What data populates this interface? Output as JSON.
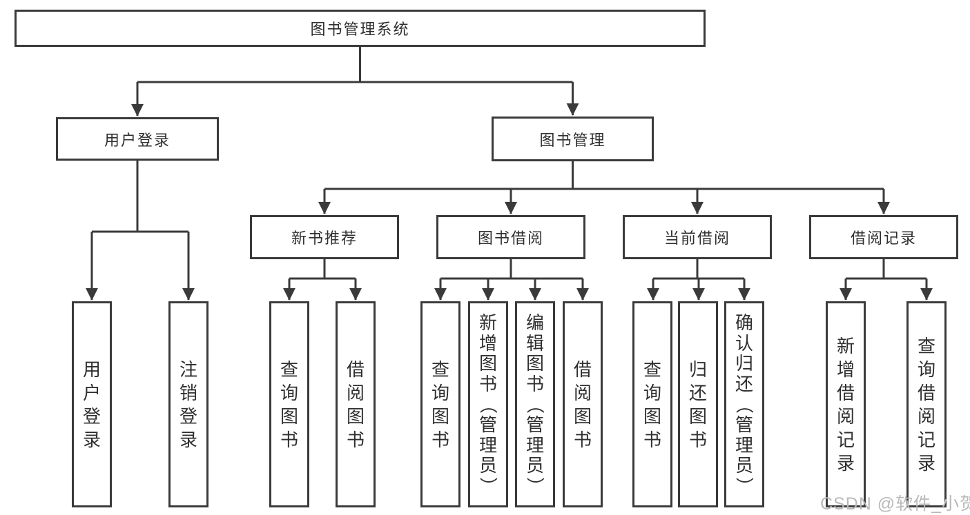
{
  "diagram_title": "图书管理系统",
  "tree": {
    "root": {
      "label": "图书管理系统"
    },
    "level2": [
      {
        "label": "用户登录"
      },
      {
        "label": "图书管理"
      }
    ],
    "level3": [
      {
        "label": "新书推荐"
      },
      {
        "label": "图书借阅"
      },
      {
        "label": "当前借阅"
      },
      {
        "label": "借阅记录"
      }
    ],
    "leaves": {
      "user_login": [
        "用户登录",
        "注销登录"
      ],
      "new_book_recommendation": [
        "查询图书",
        "借阅图书"
      ],
      "book_borrowing": [
        "查询图书",
        "新增图书（管理员）",
        "编辑图书（管理员）",
        "借阅图书"
      ],
      "current_borrowing": [
        "查询图书",
        "归还图书",
        "确认归还（管理员）"
      ],
      "borrowing_records": [
        "新增借阅记录",
        "查询借阅记录"
      ]
    }
  },
  "watermark": {
    "text": "CSDN @软件_小贺同学"
  },
  "colors": {
    "line": "#3a3a3a",
    "text": "#2f2f2f",
    "watermark": "#b9b9b9",
    "background": "#ffffff"
  }
}
